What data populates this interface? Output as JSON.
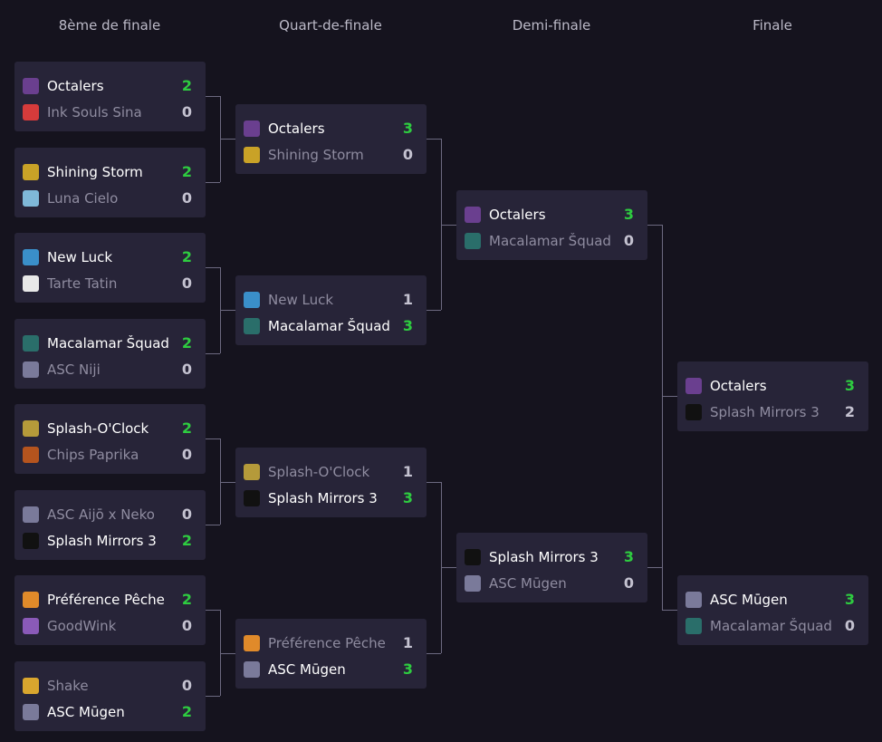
{
  "rounds": [
    "8ème de finale",
    "Quart-de-finale",
    "Demi-finale",
    "Finale"
  ],
  "logo_colors": {
    "octalers": "#6a3f8f",
    "ink-souls-sina": "#d63b3b",
    "shining-storm": "#c9a227",
    "luna-cielo": "#7fb8d8",
    "new-luck": "#3a8fc9",
    "tarte-tatin": "#e8e8e8",
    "macalamar-squad": "#2a6e6a",
    "asc": "#7a7a9a",
    "splash-oclock": "#b59a3a",
    "chips-paprika": "#b5541e",
    "splash-mirrors": "#111111",
    "preference-peche": "#e08a2a",
    "goodwink": "#8a5ab8",
    "shake": "#d9a62e"
  },
  "r16": [
    {
      "teams": [
        {
          "name": "Octalers",
          "score": "2",
          "logo": "octalers-logo"
        },
        {
          "name": "Ink Souls Sina",
          "score": "0",
          "logo": "ink-souls-sina-logo"
        }
      ]
    },
    {
      "teams": [
        {
          "name": "Shining Storm",
          "score": "2",
          "logo": "shining-storm-logo"
        },
        {
          "name": "Luna Cielo",
          "score": "0",
          "logo": "luna-cielo-logo"
        }
      ]
    },
    {
      "teams": [
        {
          "name": "New Luck",
          "score": "2",
          "logo": "new-luck-logo"
        },
        {
          "name": "Tarte Tatin",
          "score": "0",
          "logo": "tarte-tatin-logo"
        }
      ]
    },
    {
      "teams": [
        {
          "name": "Macalamar Šquad",
          "score": "2",
          "logo": "macalamar-squad-logo"
        },
        {
          "name": "ASC Niji",
          "score": "0",
          "logo": "asc-niji-logo"
        }
      ]
    },
    {
      "teams": [
        {
          "name": "Splash-O'Clock",
          "score": "2",
          "logo": "splash-oclock-logo"
        },
        {
          "name": "Chips Paprika",
          "score": "0",
          "logo": "chips-paprika-logo"
        }
      ]
    },
    {
      "teams": [
        {
          "name": "ASC Aijō x Neko",
          "score": "0",
          "logo": "asc-aijo-neko-logo"
        },
        {
          "name": "Splash Mirrors 3",
          "score": "2",
          "logo": "splash-mirrors-logo"
        }
      ]
    },
    {
      "teams": [
        {
          "name": "Préférence Pêche",
          "score": "2",
          "logo": "preference-peche-logo"
        },
        {
          "name": "GoodWink",
          "score": "0",
          "logo": "goodwink-logo"
        }
      ]
    },
    {
      "teams": [
        {
          "name": "Shake",
          "score": "0",
          "logo": "shake-logo"
        },
        {
          "name": "ASC Mūgen",
          "score": "2",
          "logo": "asc-mugen-logo"
        }
      ]
    }
  ],
  "qf": [
    {
      "teams": [
        {
          "name": "Octalers",
          "score": "3",
          "logo": "octalers-logo"
        },
        {
          "name": "Shining Storm",
          "score": "0",
          "logo": "shining-storm-logo"
        }
      ]
    },
    {
      "teams": [
        {
          "name": "New Luck",
          "score": "1",
          "logo": "new-luck-logo"
        },
        {
          "name": "Macalamar Šquad",
          "score": "3",
          "logo": "macalamar-squad-logo"
        }
      ]
    },
    {
      "teams": [
        {
          "name": "Splash-O'Clock",
          "score": "1",
          "logo": "splash-oclock-logo"
        },
        {
          "name": "Splash Mirrors 3",
          "score": "3",
          "logo": "splash-mirrors-logo"
        }
      ]
    },
    {
      "teams": [
        {
          "name": "Préférence Pêche",
          "score": "1",
          "logo": "preference-peche-logo"
        },
        {
          "name": "ASC Mūgen",
          "score": "3",
          "logo": "asc-mugen-logo"
        }
      ]
    }
  ],
  "sf": [
    {
      "teams": [
        {
          "name": "Octalers",
          "score": "3",
          "logo": "octalers-logo"
        },
        {
          "name": "Macalamar Šquad",
          "score": "0",
          "logo": "macalamar-squad-logo"
        }
      ]
    },
    {
      "teams": [
        {
          "name": "Splash Mirrors 3",
          "score": "3",
          "logo": "splash-mirrors-logo"
        },
        {
          "name": "ASC Mūgen",
          "score": "0",
          "logo": "asc-mugen-logo"
        }
      ]
    }
  ],
  "final": [
    {
      "teams": [
        {
          "name": "Octalers",
          "score": "3",
          "logo": "octalers-logo"
        },
        {
          "name": "Splash Mirrors 3",
          "score": "2",
          "logo": "splash-mirrors-logo"
        }
      ]
    },
    {
      "teams": [
        {
          "name": "ASC Mūgen",
          "score": "3",
          "logo": "asc-mugen-logo"
        },
        {
          "name": "Macalamar Šquad",
          "score": "0",
          "logo": "macalamar-squad-logo"
        }
      ]
    }
  ]
}
